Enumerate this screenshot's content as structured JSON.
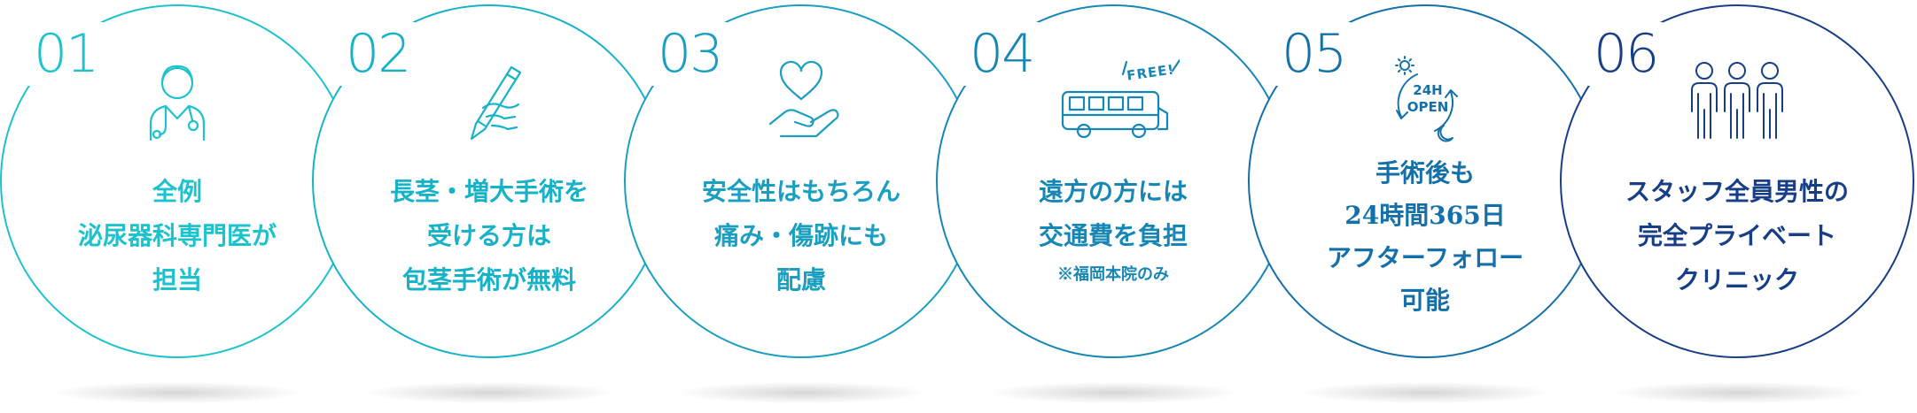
{
  "features": [
    {
      "number": "01",
      "icon": "doctor-icon",
      "color": "#1cc3cd",
      "lines": [
        "全例",
        "泌尿器科専門医が",
        "担当"
      ]
    },
    {
      "number": "02",
      "icon": "pen-hand-icon",
      "color": "#16b3c8",
      "lines": [
        "長茎・増大手術を",
        "受ける方は",
        "包茎手術が無料"
      ]
    },
    {
      "number": "03",
      "icon": "heart-hand-icon",
      "color": "#1a9fc0",
      "lines": [
        "安全性はもちろん",
        "痛み・傷跡にも",
        "配慮"
      ]
    },
    {
      "number": "04",
      "icon": "free-bus-icon",
      "color": "#1687b5",
      "badge": "FREE!",
      "lines": [
        "遠方の方には",
        "交通費を負担"
      ],
      "note": "※福岡本院のみ"
    },
    {
      "number": "05",
      "icon": "open-24h-icon",
      "color": "#1470a8",
      "badge": [
        "24H",
        "OPEN"
      ],
      "lines": [
        "手術後も",
        "24時間365日",
        "アフターフォロー",
        "可能"
      ]
    },
    {
      "number": "06",
      "icon": "three-men-icon",
      "color": "#173e86",
      "lines": [
        "スタッフ全員男性の",
        "完全プライベート",
        "クリニック"
      ]
    }
  ]
}
